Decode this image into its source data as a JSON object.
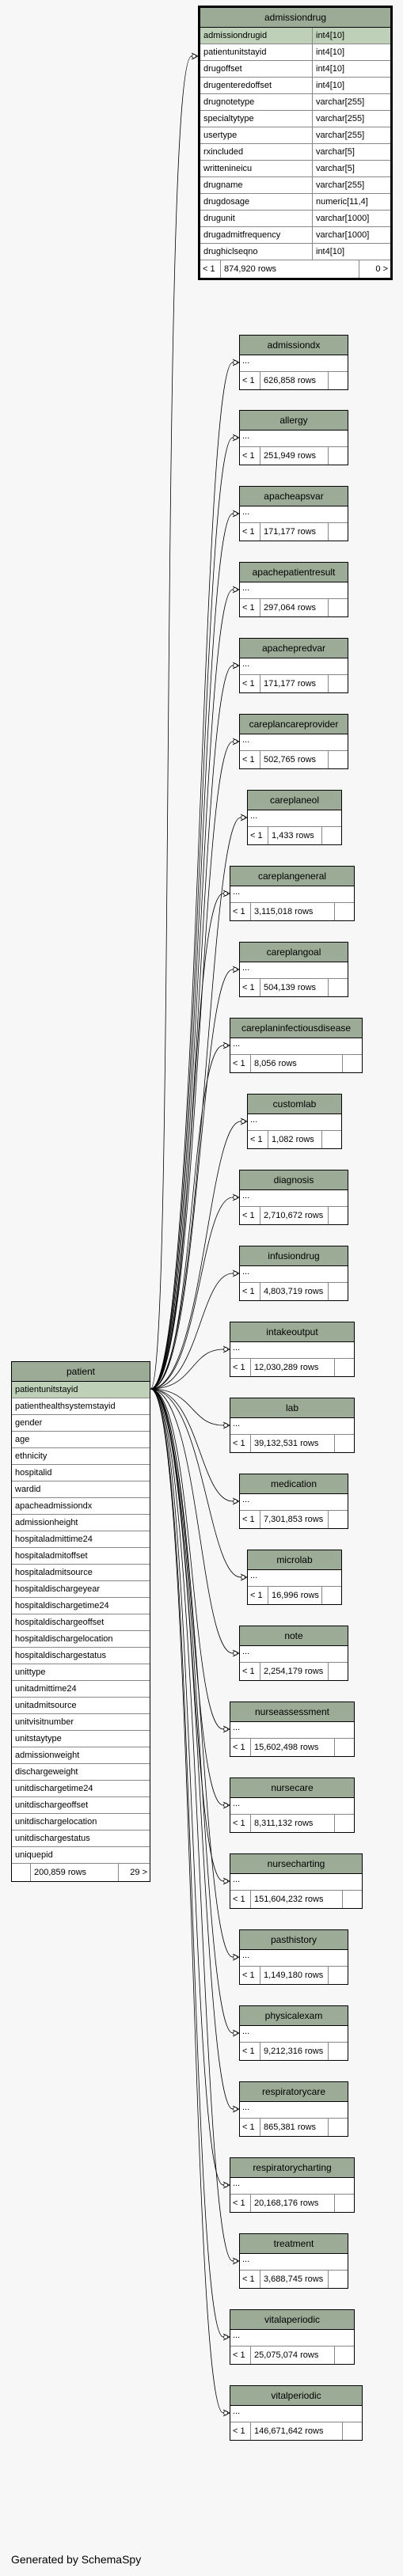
{
  "admissiondrug": {
    "name": "admissiondrug",
    "columns": [
      {
        "name": "admissiondrugid",
        "type": "int4[10]"
      },
      {
        "name": "patientunitstayid",
        "type": "int4[10]"
      },
      {
        "name": "drugoffset",
        "type": "int4[10]"
      },
      {
        "name": "drugenteredoffset",
        "type": "int4[10]"
      },
      {
        "name": "drugnotetype",
        "type": "varchar[255]"
      },
      {
        "name": "specialtytype",
        "type": "varchar[255]"
      },
      {
        "name": "usertype",
        "type": "varchar[255]"
      },
      {
        "name": "rxincluded",
        "type": "varchar[5]"
      },
      {
        "name": "writtenineicu",
        "type": "varchar[5]"
      },
      {
        "name": "drugname",
        "type": "varchar[255]"
      },
      {
        "name": "drugdosage",
        "type": "numeric[11,4]"
      },
      {
        "name": "drugunit",
        "type": "varchar[1000]"
      },
      {
        "name": "drugadmitfrequency",
        "type": "varchar[1000]"
      },
      {
        "name": "drughiclseqno",
        "type": "int4[10]"
      }
    ],
    "footer_left": "< 1",
    "rows": "874,920 rows",
    "footer_right": "0 >"
  },
  "patient": {
    "name": "patient",
    "columns": [
      "patientunitstayid",
      "patienthealthsystemstayid",
      "gender",
      "age",
      "ethnicity",
      "hospitalid",
      "wardid",
      "apacheadmissiondx",
      "admissionheight",
      "hospitaladmittime24",
      "hospitaladmitoffset",
      "hospitaladmitsource",
      "hospitaldischargeyear",
      "hospitaldischargetime24",
      "hospitaldischargeoffset",
      "hospitaldischargelocation",
      "hospitaldischargestatus",
      "unittype",
      "unitadmittime24",
      "unitadmitsource",
      "unitvisitnumber",
      "unitstaytype",
      "admissionweight",
      "dischargeweight",
      "unitdischargetime24",
      "unitdischargeoffset",
      "unitdischargelocation",
      "unitdischargestatus",
      "uniquepid"
    ],
    "rows": "200,859 rows",
    "footer_right": "29 >"
  },
  "child_tables": [
    {
      "name": "admissiondx",
      "rows": "626,858 rows"
    },
    {
      "name": "allergy",
      "rows": "251,949 rows"
    },
    {
      "name": "apacheapsvar",
      "rows": "171,177 rows"
    },
    {
      "name": "apachepatientresult",
      "rows": "297,064 rows"
    },
    {
      "name": "apachepredvar",
      "rows": "171,177 rows"
    },
    {
      "name": "careplancareprovider",
      "rows": "502,765 rows"
    },
    {
      "name": "careplaneol",
      "rows": "1,433 rows"
    },
    {
      "name": "careplangeneral",
      "rows": "3,115,018 rows"
    },
    {
      "name": "careplangoal",
      "rows": "504,139 rows"
    },
    {
      "name": "careplaninfectiousdisease",
      "rows": "8,056 rows"
    },
    {
      "name": "customlab",
      "rows": "1,082 rows"
    },
    {
      "name": "diagnosis",
      "rows": "2,710,672 rows"
    },
    {
      "name": "infusiondrug",
      "rows": "4,803,719 rows"
    },
    {
      "name": "intakeoutput",
      "rows": "12,030,289 rows"
    },
    {
      "name": "lab",
      "rows": "39,132,531 rows"
    },
    {
      "name": "medication",
      "rows": "7,301,853 rows"
    },
    {
      "name": "microlab",
      "rows": "16,996 rows"
    },
    {
      "name": "note",
      "rows": "2,254,179 rows"
    },
    {
      "name": "nurseassessment",
      "rows": "15,602,498 rows"
    },
    {
      "name": "nursecare",
      "rows": "8,311,132 rows"
    },
    {
      "name": "nursecharting",
      "rows": "151,604,232 rows"
    },
    {
      "name": "pasthistory",
      "rows": "1,149,180 rows"
    },
    {
      "name": "physicalexam",
      "rows": "9,212,316 rows"
    },
    {
      "name": "respiratorycare",
      "rows": "865,381 rows"
    },
    {
      "name": "respiratorycharting",
      "rows": "20,168,176 rows"
    },
    {
      "name": "treatment",
      "rows": "3,688,745 rows"
    },
    {
      "name": "vitalaperiodic",
      "rows": "25,075,074 rows"
    },
    {
      "name": "vitalperiodic",
      "rows": "146,671,642 rows"
    }
  ],
  "labels": {
    "ellipsis": "...",
    "footer_left": "< 1"
  },
  "credit": "Generated by SchemaSpy",
  "colors": {
    "header": "#9bab96",
    "key_row": "#bed1b8",
    "background": "#f7f7f7"
  }
}
